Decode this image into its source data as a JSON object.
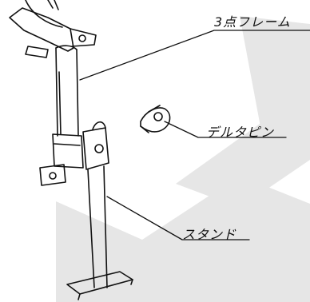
{
  "labels": {
    "frame": "3点フレーム",
    "delta_pin": "デルタピン",
    "stand": "スタンド"
  },
  "colors": {
    "ink": "#111111",
    "watermark": "#e6e6e6"
  }
}
